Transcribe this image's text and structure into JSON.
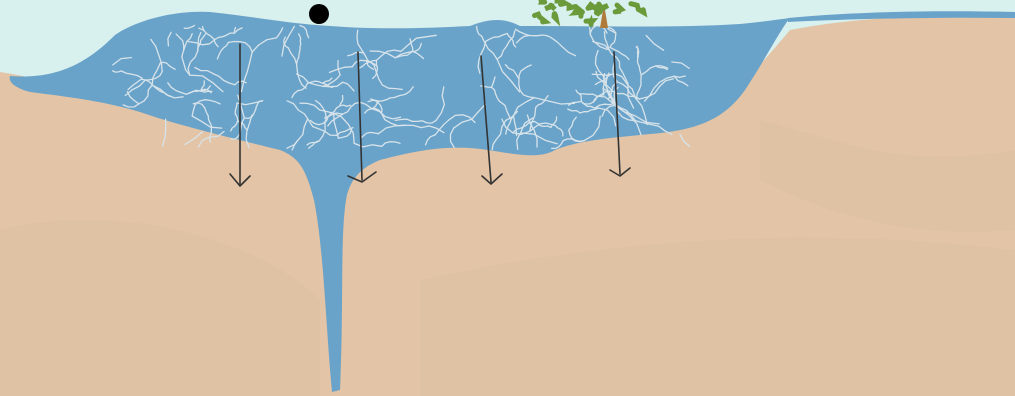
{
  "diagram": {
    "colors": {
      "sky": "#d8f0ee",
      "soil": "#e3c4a6",
      "soil_shade": "#ddbfa1",
      "water": "#6aa3c9",
      "roots": "#d7e3ea",
      "arrow": "#333333",
      "plant": "#6a9a3a",
      "plant_stem": "#b07a3a",
      "dot": "#000000"
    },
    "elements": {
      "sky": "sky",
      "soil": "soil-ground",
      "water_body": "water-body",
      "water_channel": "water-drainage-channel",
      "root_network": "root-network",
      "downward_arrows": 4,
      "plant": "plant-shrub-icon",
      "marker": "black-dot-marker"
    }
  }
}
